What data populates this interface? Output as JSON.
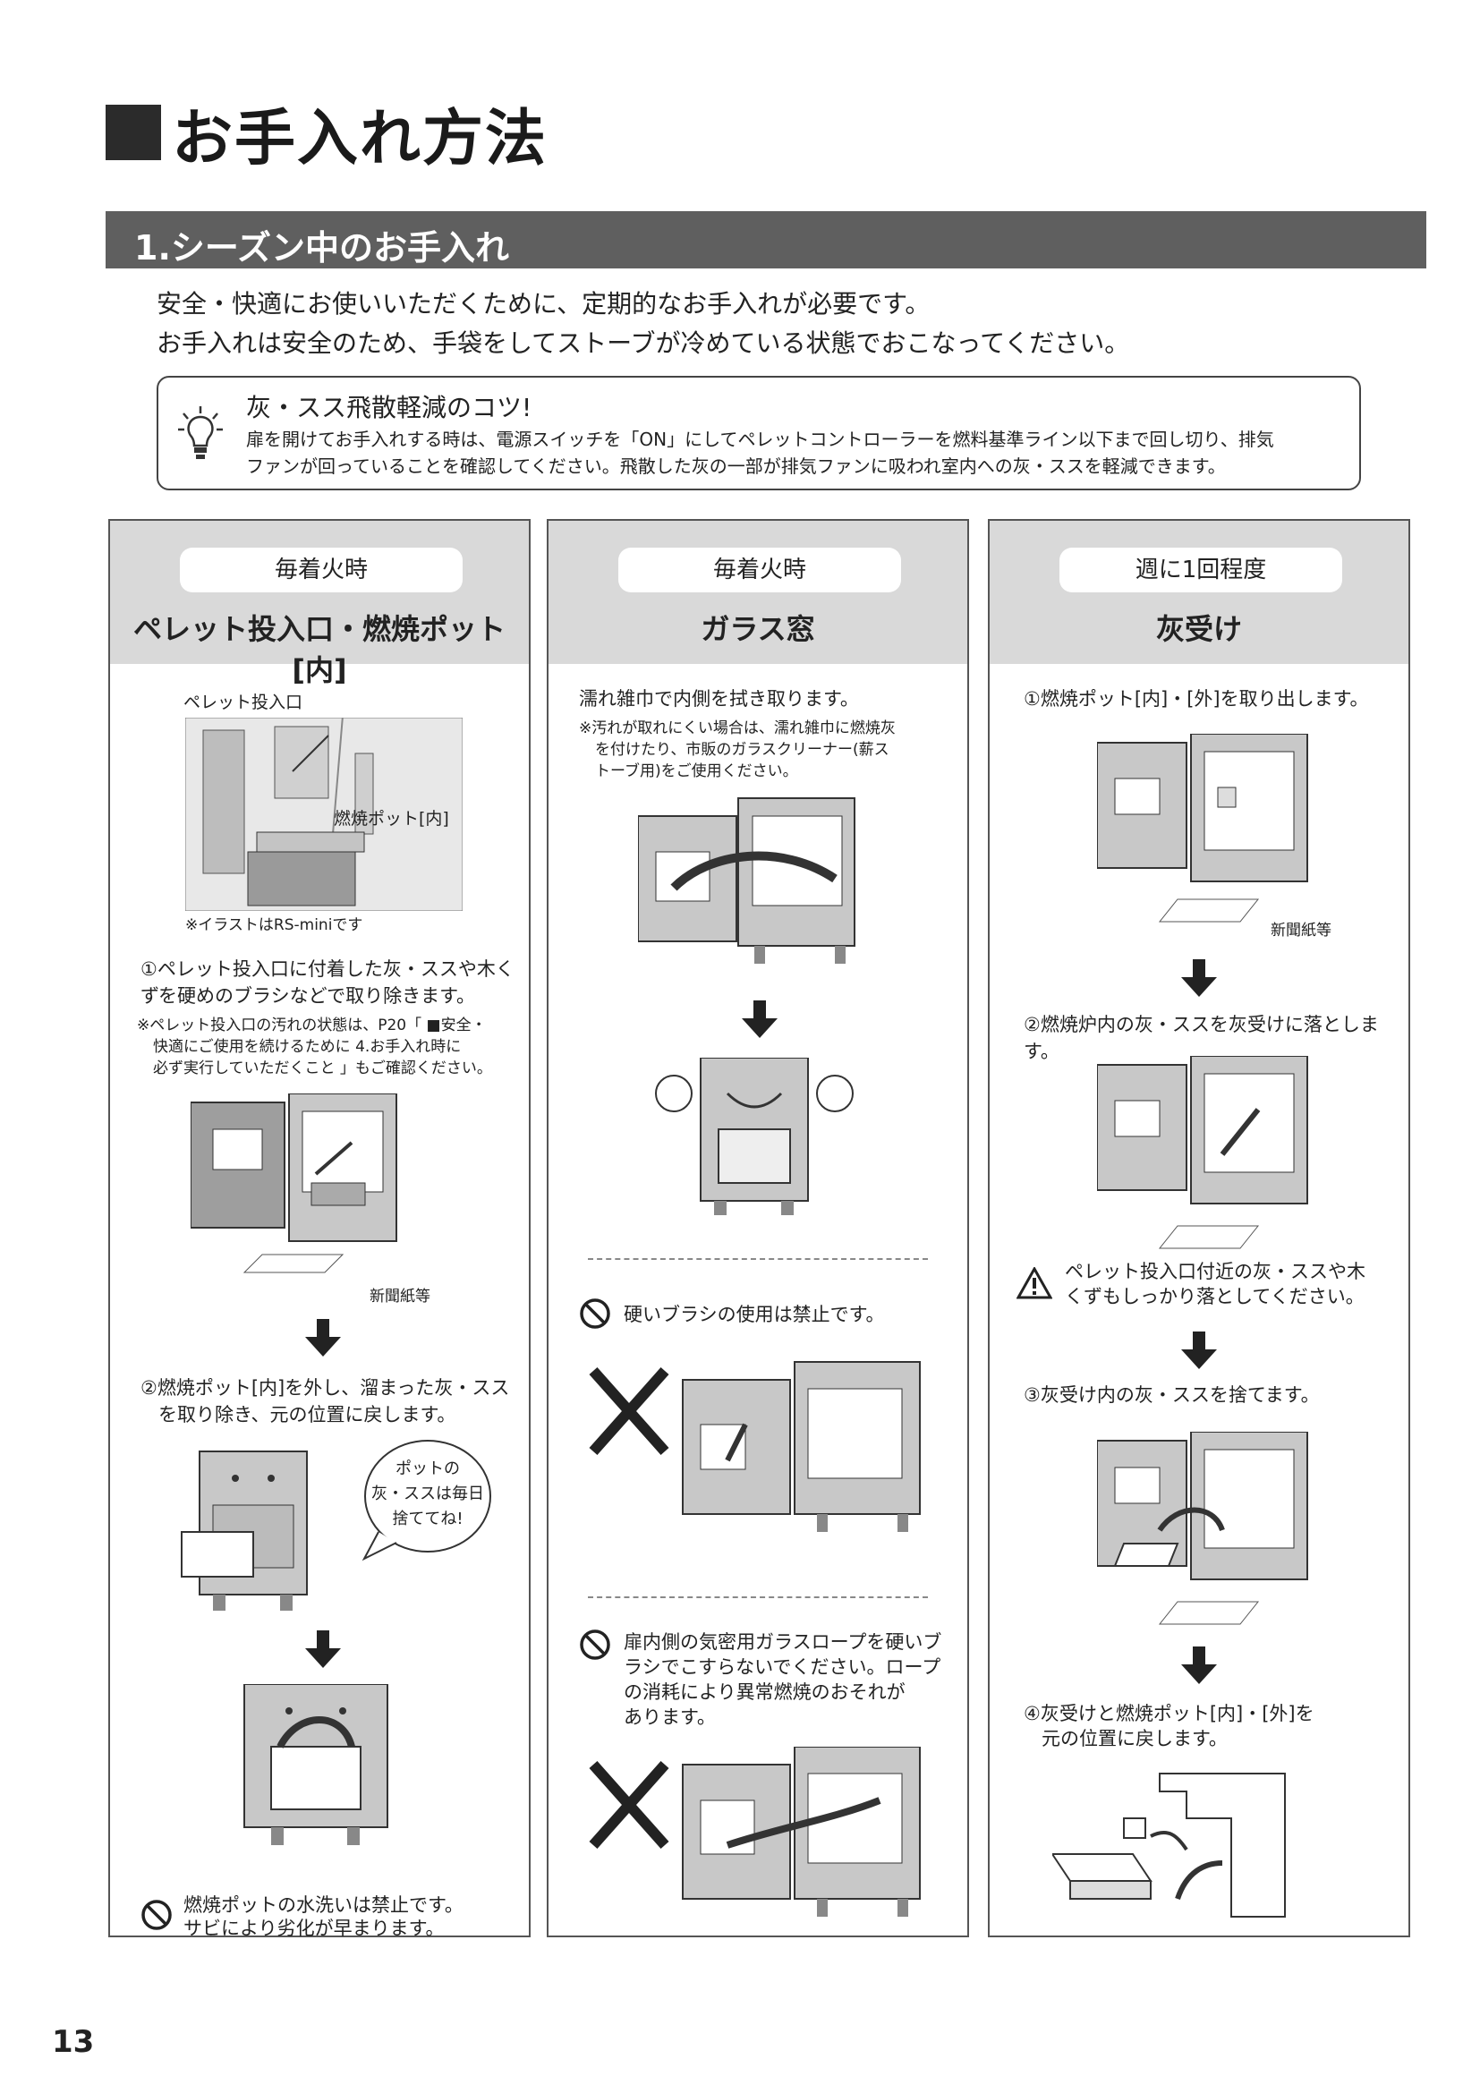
{
  "title": "お手入れ方法",
  "section": "1.シーズン中のお手入れ",
  "intro": {
    "line1": "安全・快適にお使いいただくために、定期的なお手入れが必要です。",
    "line2": "お手入れは安全のため、手袋をしてストーブが冷めている状態でおこなってください。"
  },
  "tips": {
    "title": "灰・スス飛散軽減のコツ!",
    "line1": "扉を開けてお手入れする時は、電源スイッチを「ON」にしてペレットコントローラーを燃料基準ライン以下まで回し切り、排気",
    "line2": "ファンが回っていることを確認してください。飛散した灰の一部が排気ファンに吸われ室内への灰・ススを軽減できます。"
  },
  "col1": {
    "freq": "毎着火時",
    "title": "ペレット投入口・燃焼ポット[内]",
    "label_inlet": "ペレット投入口",
    "label_pot": "燃焼ポット[内]",
    "note_illust": "※イラストはRS-miniです",
    "step1_l1": "①ペレット投入口に付着した灰・ススや木くず",
    "step1_l2": "を硬めのブラシなどで取り除きます。",
    "note1_l1": "※ペレット投入口の汚れの状態は、P20「 ■安全・",
    "note1_l2": "快適にご使用を続けるために 4.お手入れ時に",
    "note1_l3": "必ず実行していただくこと 」もご確認ください。",
    "newspaper": "新聞紙等",
    "step2_l1": "②燃焼ポット[内]を外し、溜まった灰・スス",
    "step2_l2": "を取り除き、元の位置に戻します。",
    "bubble_l1": "ポットの",
    "bubble_l2": "灰・ススは毎日",
    "bubble_l3": "捨ててね!",
    "warn_l1": "燃焼ポットの水洗いは禁止です。",
    "warn_l2": "サビにより劣化が早まります。"
  },
  "col2": {
    "freq": "毎着火時",
    "title": "ガラス窓",
    "step_l1": "濡れ雑巾で内側を拭き取ります。",
    "note_l1": "※汚れが取れにくい場合は、濡れ雑巾に燃焼灰",
    "note_l2": "を付けたり、市販のガラスクリーナー(薪ス",
    "note_l3": "トーブ用)をご使用ください。",
    "prohib1": "硬いブラシの使用は禁止です。",
    "prohib2_l1": "扉内側の気密用ガラスロープを硬いブ",
    "prohib2_l2": "ラシでこすらないでください。ロープ",
    "prohib2_l3": "の消耗により異常燃焼のおそれが",
    "prohib2_l4": "あります。"
  },
  "col3": {
    "freq": "週に1回程度",
    "title": "灰受け",
    "step1": "①燃焼ポット[内]・[外]を取り出します。",
    "newspaper": "新聞紙等",
    "step2": "②燃焼炉内の灰・ススを灰受けに落とします。",
    "caution_l1": "ペレット投入口付近の灰・ススや木",
    "caution_l2": "くずもしっかり落としてください。",
    "step3": "③灰受け内の灰・ススを捨てます。",
    "step4_l1": "④灰受けと燃焼ポット[内]・[外]を",
    "step4_l2": "元の位置に戻します。"
  },
  "page_number": "13"
}
